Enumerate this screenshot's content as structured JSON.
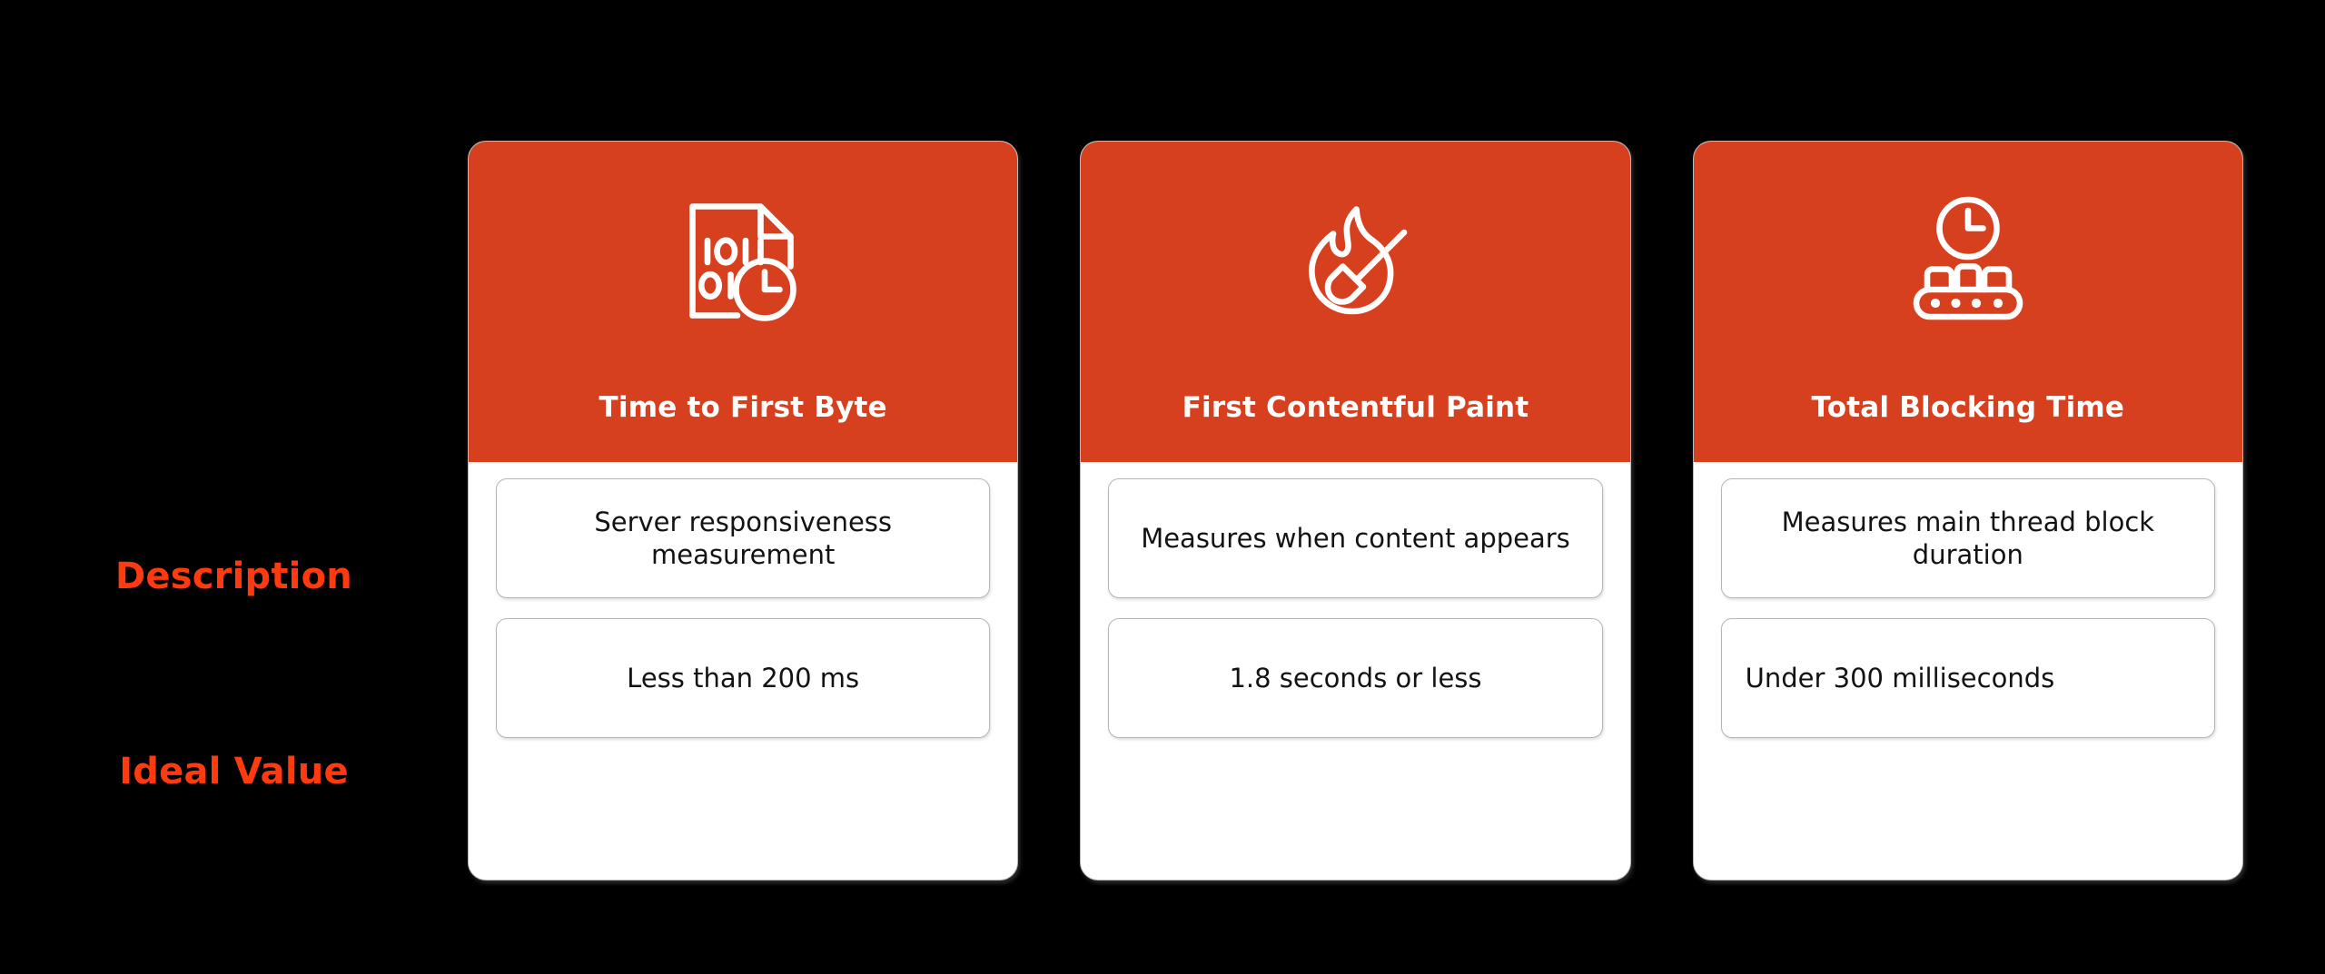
{
  "page": {
    "background_color": "#000000",
    "accent_color": "#D6401E",
    "label_color": "#FF3A0F",
    "card_body_color": "#FFFFFF",
    "text_color": "#131313"
  },
  "row_labels": [
    {
      "key": "description",
      "label": "Description"
    },
    {
      "key": "ideal_value",
      "label": "Ideal Value"
    }
  ],
  "cards": [
    {
      "title": "Time to First Byte",
      "icon": "binary-document-clock-icon",
      "description": "Server responsiveness measurement",
      "ideal_value": "Less than 200 ms",
      "ideal_value_align": "center"
    },
    {
      "title": "First Contentful Paint",
      "icon": "flame-paintbrush-icon",
      "description": "Measures when content appears",
      "ideal_value": "1.8 seconds or less",
      "ideal_value_align": "center"
    },
    {
      "title": "Total Blocking Time",
      "icon": "clock-conveyor-belt-icon",
      "description": "Measures main thread block duration",
      "ideal_value": "Under 300 milliseconds",
      "ideal_value_align": "left"
    }
  ]
}
